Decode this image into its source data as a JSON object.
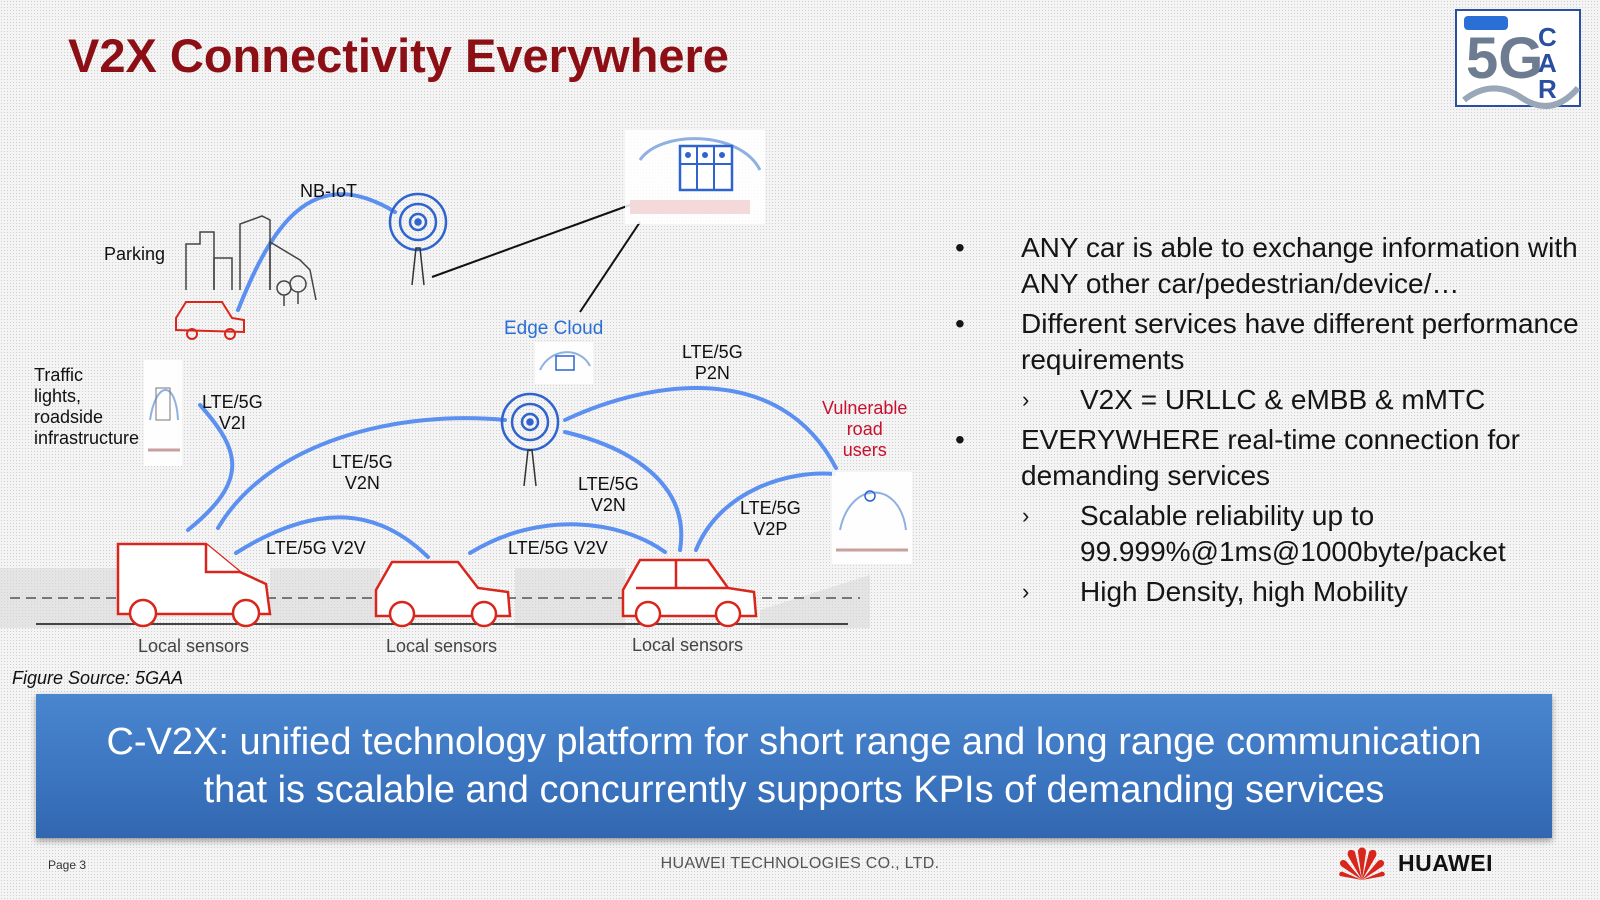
{
  "slide": {
    "title": "V2X Connectivity Everywhere",
    "page": "Page 3",
    "company": "HUAWEI TECHNOLOGIES CO., LTD.",
    "brand": "HUAWEI",
    "figure_source": "Figure Source: 5GAA",
    "logo_text": "5G CAR"
  },
  "diagram": {
    "labels": {
      "nbiot": "NB-IoT",
      "parking": "Parking",
      "traffic_line1": "Traffic",
      "traffic_line2": "lights,",
      "traffic_line3": "roadside",
      "traffic_line4": "infrastructure",
      "v2i_line1": "LTE/5G",
      "v2i_line2": "V2I",
      "v2n_left_line1": "LTE/5G",
      "v2n_left_line2": "V2N",
      "edge_cloud": "Edge Cloud",
      "p2n_line1": "LTE/5G",
      "p2n_line2": "P2N",
      "vru_line1": "Vulnerable",
      "vru_line2": "road",
      "vru_line3": "users",
      "v2n_right_line1": "LTE/5G",
      "v2n_right_line2": "V2N",
      "v2p_line1": "LTE/5G",
      "v2p_line2": "V2P",
      "v2v_left": "LTE/5G V2V",
      "v2v_right": "LTE/5G V2V",
      "sensors1": "Local sensors",
      "sensors2": "Local sensors",
      "sensors3": "Local sensors"
    },
    "colors": {
      "link": "#5b8ff0",
      "vehicle": "#d9261c",
      "vru_text": "#c8102e",
      "edge_cloud_text": "#2a6fd6",
      "tower": "#2f64cf"
    }
  },
  "bullets": [
    {
      "level": 1,
      "marker": "•",
      "text": "ANY car is able to exchange information with ANY other car/pedestrian/device/…"
    },
    {
      "level": 1,
      "marker": "•",
      "text": "Different services have different performance requirements"
    },
    {
      "level": 2,
      "marker": "›",
      "text": "V2X = URLLC & eMBB & mMTC"
    },
    {
      "level": 1,
      "marker": "•",
      "text": "EVERYWHERE real-time connection for demanding services"
    },
    {
      "level": 2,
      "marker": "›",
      "text": "Scalable reliability up to 99.999%@1ms@1000byte/packet"
    },
    {
      "level": 2,
      "marker": "›",
      "text": "High Density, high Mobility"
    }
  ],
  "banner": {
    "line1": "C-V2X: unified technology platform for short range and long  range communication",
    "line2": "that is scalable and concurrently supports KPIs of demanding services"
  }
}
